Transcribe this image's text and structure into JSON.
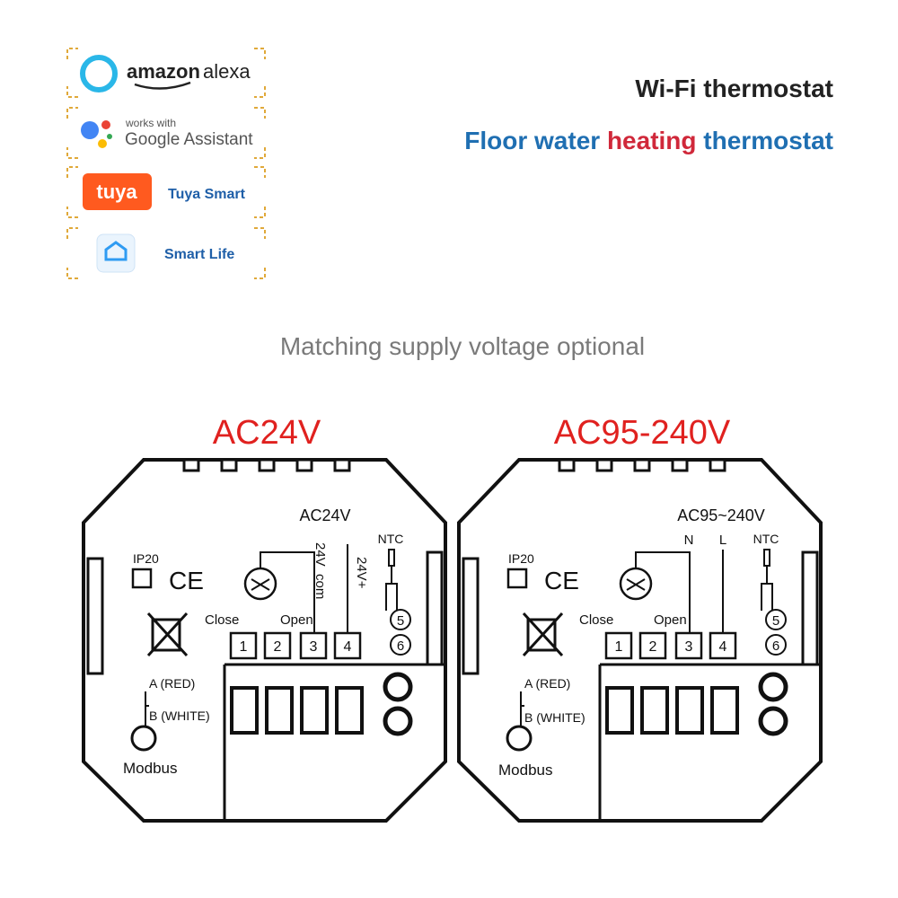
{
  "logos": {
    "alexa": {
      "brand": "amazon",
      "product": "alexa",
      "ring_color": "#2ab7e8"
    },
    "google": {
      "small": "works with",
      "name": "Google Assistant",
      "dot_colors": [
        "#4285f4",
        "#ea4335",
        "#fbbc05",
        "#34a853"
      ]
    },
    "tuya": {
      "badge": "tuya",
      "name": "Tuya Smart",
      "badge_color": "#ff5a1f",
      "name_color": "#1f5fa8"
    },
    "smartlife": {
      "name": "Smart Life",
      "icon_color": "#2f9bf2",
      "name_color": "#1f5fa8"
    },
    "frame_color": "#e0a93a"
  },
  "headline": {
    "line1": "Wi-Fi thermostat",
    "line2": [
      {
        "text": "Floor water ",
        "color": "#1f6fb2"
      },
      {
        "text": "heating ",
        "color": "#d0283a"
      },
      {
        "text": "thermostat",
        "color": "#1f6fb2"
      }
    ]
  },
  "subtitle": "Matching supply voltage optional",
  "devices": [
    {
      "title": "AC24V",
      "voltage_label": "AC24V",
      "terminal_labels": [
        "24V_com",
        "24V+"
      ],
      "ntc": "NTC",
      "ip": "IP20",
      "ce": "CE",
      "valve_labels": [
        "Close",
        "Open"
      ],
      "terminals": [
        "1",
        "2",
        "3",
        "4"
      ],
      "ntc_terminals": [
        "5",
        "6"
      ],
      "bus_a": "A (RED)",
      "bus_b": "B (WHITE)",
      "bus": "Modbus"
    },
    {
      "title": "AC95-240V",
      "voltage_label": "AC95~240V",
      "terminal_labels": [
        "N",
        "L"
      ],
      "ntc": "NTC",
      "ip": "IP20",
      "ce": "CE",
      "valve_labels": [
        "Close",
        "Open"
      ],
      "terminals": [
        "1",
        "2",
        "3",
        "4"
      ],
      "ntc_terminals": [
        "5",
        "6"
      ],
      "bus_a": "A (RED)",
      "bus_b": "B (WHITE)",
      "bus": "Modbus"
    }
  ],
  "colors": {
    "title_red": "#e0211f",
    "subtitle_gray": "#7a7a7a",
    "ink": "#111111"
  }
}
